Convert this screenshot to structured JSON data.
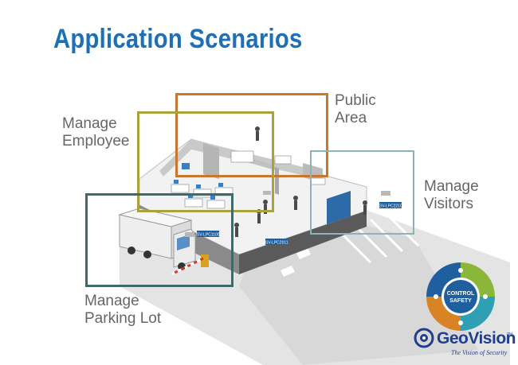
{
  "title": "Application Scenarios",
  "labels": {
    "public_area_1": "Public",
    "public_area_2": "Area",
    "employee_1": "Manage",
    "employee_2": "Employee",
    "visitors_1": "Manage",
    "visitors_2": "Visitors",
    "parking_1": "Manage",
    "parking_2": "Parking Lot"
  },
  "frame_colors": {
    "public_area": "#c9772e",
    "employee": "#a8a43a",
    "visitors": "#8cb4b4",
    "parking": "#3e6a6a"
  },
  "badge": {
    "center_1": "CONTROL",
    "center_2": "SAFETY",
    "segment_colors": [
      "#8ab63a",
      "#2f9fb3",
      "#d98424",
      "#1f5fa0"
    ]
  },
  "camera_tags": [
    "GV-LPC1100",
    "GV-LPC2011",
    "GV-LPC2210"
  ],
  "brand": {
    "name": "GeoVision",
    "tagline": "The Vision of Security",
    "tm": "TM"
  }
}
